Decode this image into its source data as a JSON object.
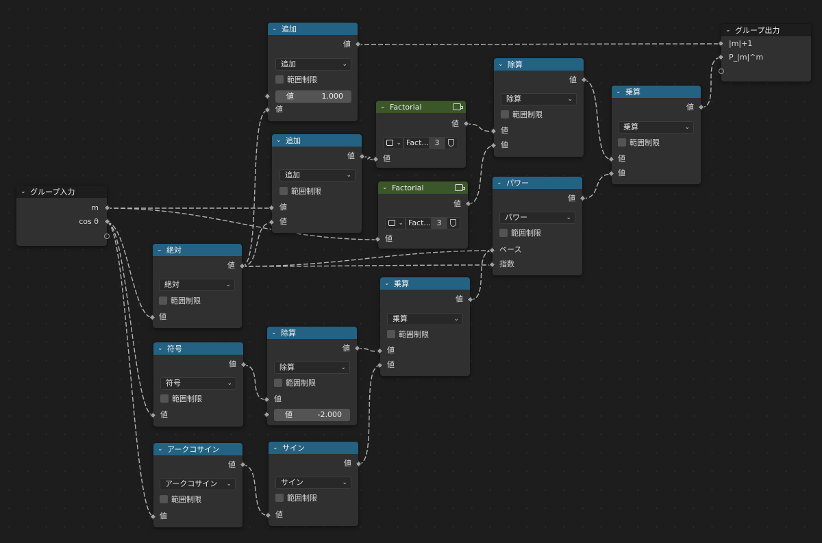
{
  "group_input": {
    "title": "グループ入力",
    "outputs": [
      "m",
      "cos θ"
    ]
  },
  "group_output": {
    "title": "グループ出力",
    "inputs": [
      "|m|+1",
      "P_|m|^m"
    ]
  },
  "add_one": {
    "title": "追加",
    "output": "値",
    "operation": "追加",
    "clamp": "範囲制限",
    "field_label": "値",
    "field_value": "1.000",
    "input": "値"
  },
  "add_two": {
    "title": "追加",
    "output": "値",
    "operation": "追加",
    "clamp": "範囲制限",
    "inputs": [
      "値",
      "値"
    ]
  },
  "factorial_top": {
    "title": "Factorial",
    "output": "値",
    "datablock": "Fact...",
    "users": "3",
    "input": "値"
  },
  "factorial_bottom": {
    "title": "Factorial",
    "output": "値",
    "datablock": "Fact...",
    "users": "3",
    "input": "値"
  },
  "divide_top": {
    "title": "除算",
    "output": "値",
    "operation": "除算",
    "clamp": "範囲制限",
    "inputs": [
      "値",
      "値"
    ]
  },
  "multiply_right": {
    "title": "乗算",
    "output": "値",
    "operation": "乗算",
    "clamp": "範囲制限",
    "inputs": [
      "値",
      "値"
    ]
  },
  "power": {
    "title": "パワー",
    "output": "値",
    "operation": "パワー",
    "clamp": "範囲制限",
    "inputs": [
      "ベース",
      "指数"
    ]
  },
  "absolute": {
    "title": "絶対",
    "output": "値",
    "operation": "絶対",
    "clamp": "範囲制限",
    "input": "値"
  },
  "multiply_mid": {
    "title": "乗算",
    "output": "値",
    "operation": "乗算",
    "clamp": "範囲制限",
    "inputs": [
      "値",
      "値"
    ]
  },
  "sign": {
    "title": "符号",
    "output": "値",
    "operation": "符号",
    "clamp": "範囲制限",
    "input": "値"
  },
  "divide_bottom": {
    "title": "除算",
    "output": "値",
    "operation": "除算",
    "clamp": "範囲制限",
    "input": "値",
    "field_label": "値",
    "field_value": "-2.000"
  },
  "arcsine": {
    "title": "アークコサイン",
    "output": "値",
    "operation": "アークコサイン",
    "clamp": "範囲制限",
    "input": "値"
  },
  "sine": {
    "title": "サイン",
    "output": "値",
    "operation": "サイン",
    "clamp": "範囲制限",
    "input": "値"
  },
  "colors": {
    "math_header": "#246283",
    "factorial_header": "#3b5628",
    "group_header": "#1d1d1d",
    "wire": "#b4b4b4",
    "socket": "#a1a1a1"
  },
  "icons": {
    "collapse": "chevron-down-icon",
    "node_group": "node-group-icon",
    "fake_user": "shield-icon"
  }
}
